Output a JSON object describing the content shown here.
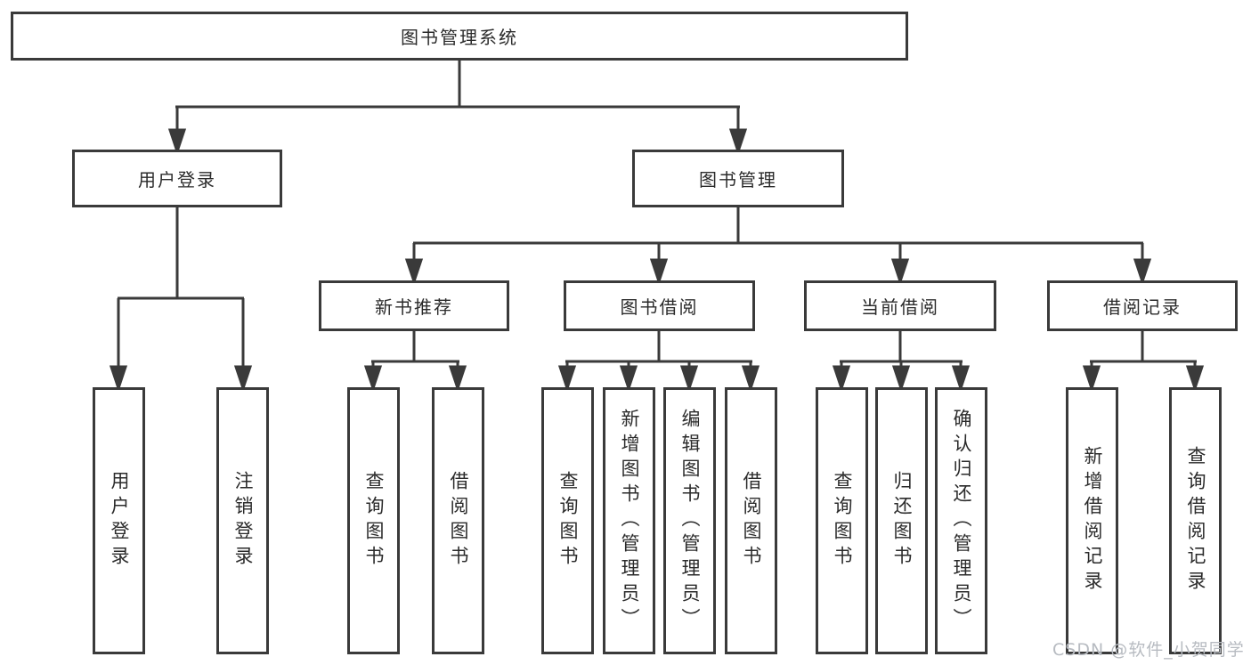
{
  "diagram_title": "图书管理系统",
  "nodes": {
    "root": {
      "label": "图书管理系统"
    },
    "user_login": {
      "label": "用户登录"
    },
    "book_mgmt": {
      "label": "图书管理"
    },
    "new_book_rec": {
      "label": "新书推荐"
    },
    "book_borrow": {
      "label": "图书借阅"
    },
    "current_borrow": {
      "label": "当前借阅"
    },
    "borrow_records": {
      "label": "借阅记录"
    },
    "leaf_user_login": {
      "label": "用户登录"
    },
    "leaf_logout": {
      "label": "注销登录"
    },
    "leaf_query_books_rec": {
      "label": "查询图书"
    },
    "leaf_borrow_books_rec": {
      "label": "借阅图书"
    },
    "leaf_query_books_borrow": {
      "label": "查询图书"
    },
    "leaf_add_books_admin": {
      "label": "新增图书（管理员）"
    },
    "leaf_edit_books_admin": {
      "label": "编辑图书（管理员）"
    },
    "leaf_borrow_books_borrow": {
      "label": "借阅图书"
    },
    "leaf_query_books_current": {
      "label": "查询图书"
    },
    "leaf_return_books": {
      "label": "归还图书"
    },
    "leaf_confirm_return_admin": {
      "label": "确认归还（管理员）"
    },
    "leaf_add_borrow_record": {
      "label": "新增借阅记录"
    },
    "leaf_query_borrow_record": {
      "label": "查询借阅记录"
    }
  },
  "watermark": {
    "text": "CSDN @软件_小贺同学"
  },
  "colors": {
    "line": "#3a3a3a",
    "box_border": "#3a3a3a",
    "text": "#2b2b2b",
    "watermark": "#b7bbc1",
    "background": "#ffffff"
  }
}
